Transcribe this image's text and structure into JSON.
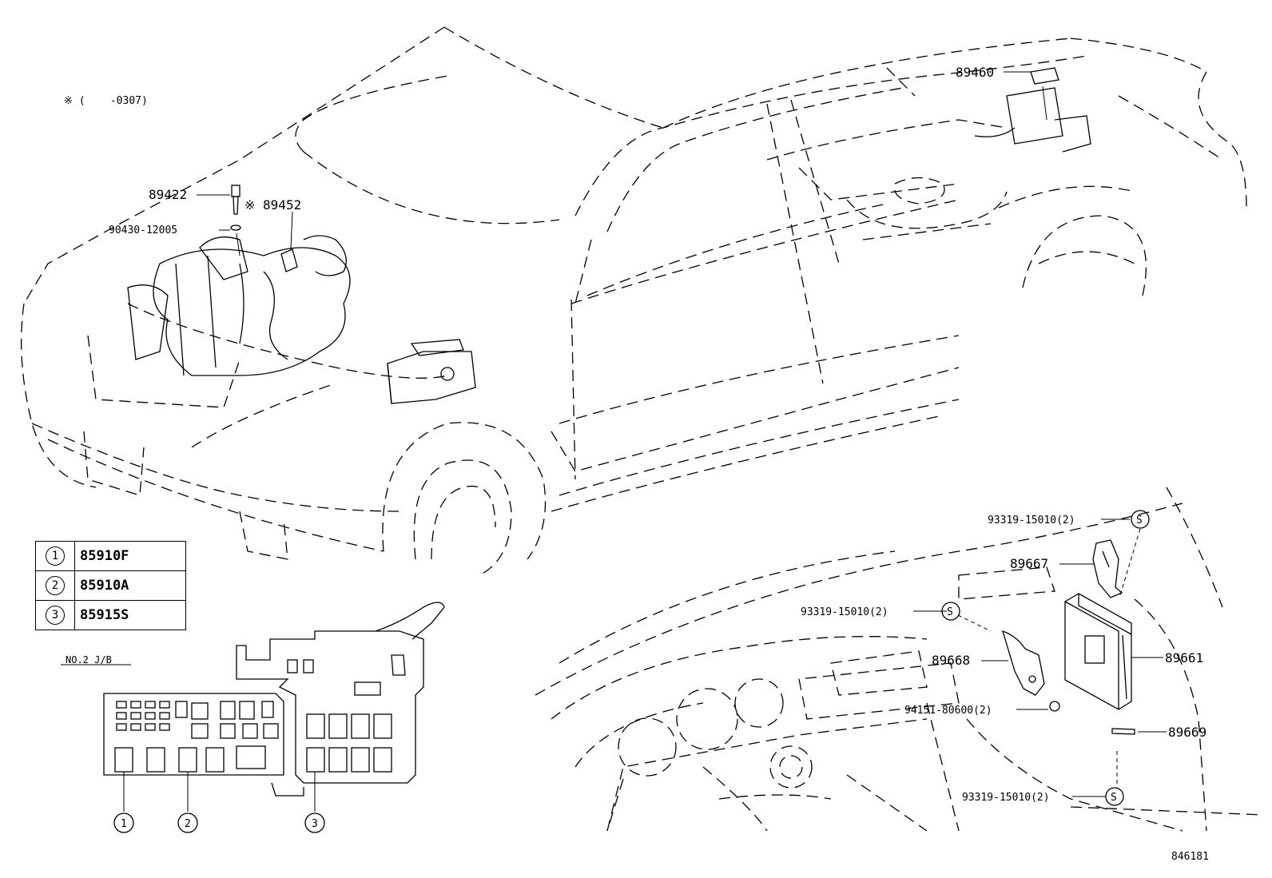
{
  "note": "※ (    -0307)",
  "diagram_id": "846181",
  "junction_block_label": "NO.2 J/B",
  "legend": [
    {
      "key": "1",
      "part": "85910F"
    },
    {
      "key": "2",
      "part": "85910A"
    },
    {
      "key": "3",
      "part": "85915S"
    }
  ],
  "callouts": {
    "p89422": "89422",
    "p89452": "※ 89452",
    "p90430": "90430-12005",
    "p89460": "89460",
    "p93319a": "93319-15010(2)",
    "p93319b": "93319-15010(2)",
    "p93319c": "93319-15010(2)",
    "p89667": "89667",
    "p89668": "89668",
    "p89661": "89661",
    "p89669": "89669",
    "p94151": "94151-80600(2)"
  },
  "screw_symbol": "S",
  "jb_markers": [
    "1",
    "2",
    "3"
  ]
}
